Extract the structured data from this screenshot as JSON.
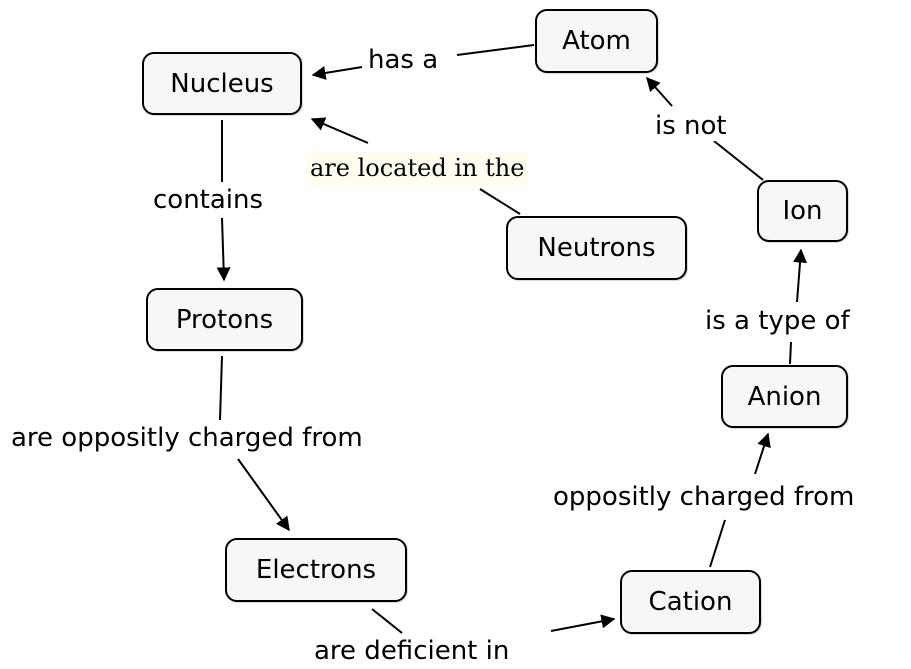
{
  "concept_map": {
    "nodes": {
      "nucleus": "Nucleus",
      "atom": "Atom",
      "protons": "Protons",
      "neutrons": "Neutrons",
      "ion": "Ion",
      "anion": "Anion",
      "electrons": "Electrons",
      "cation": "Cation"
    },
    "links": {
      "atom_nucleus": "has a",
      "neutrons_nucleus": "are located in the",
      "nucleus_protons": "contains",
      "ion_atom": "is not",
      "anion_ion": "is a type of",
      "protons_electrons": "are oppositly charged from",
      "cation_anion": "oppositly charged from",
      "electrons_cation": "are deficient in"
    }
  }
}
